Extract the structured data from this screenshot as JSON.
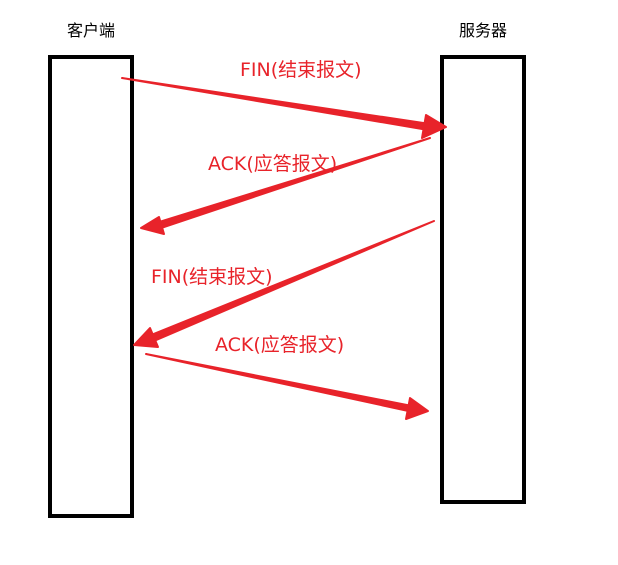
{
  "participants": {
    "client": {
      "title": "客户端"
    },
    "server": {
      "title": "服务器"
    }
  },
  "messages": [
    {
      "label": "FIN(结束报文)",
      "from": "client",
      "to": "server"
    },
    {
      "label": "ACK(应答报文)",
      "from": "server",
      "to": "client"
    },
    {
      "label": "FIN(结束报文)",
      "from": "server",
      "to": "client"
    },
    {
      "label": "ACK(应答报文)",
      "from": "client",
      "to": "server"
    }
  ],
  "colors": {
    "arrow": "#e8232a",
    "label": "#e8232a",
    "lifeline": "#000000"
  }
}
